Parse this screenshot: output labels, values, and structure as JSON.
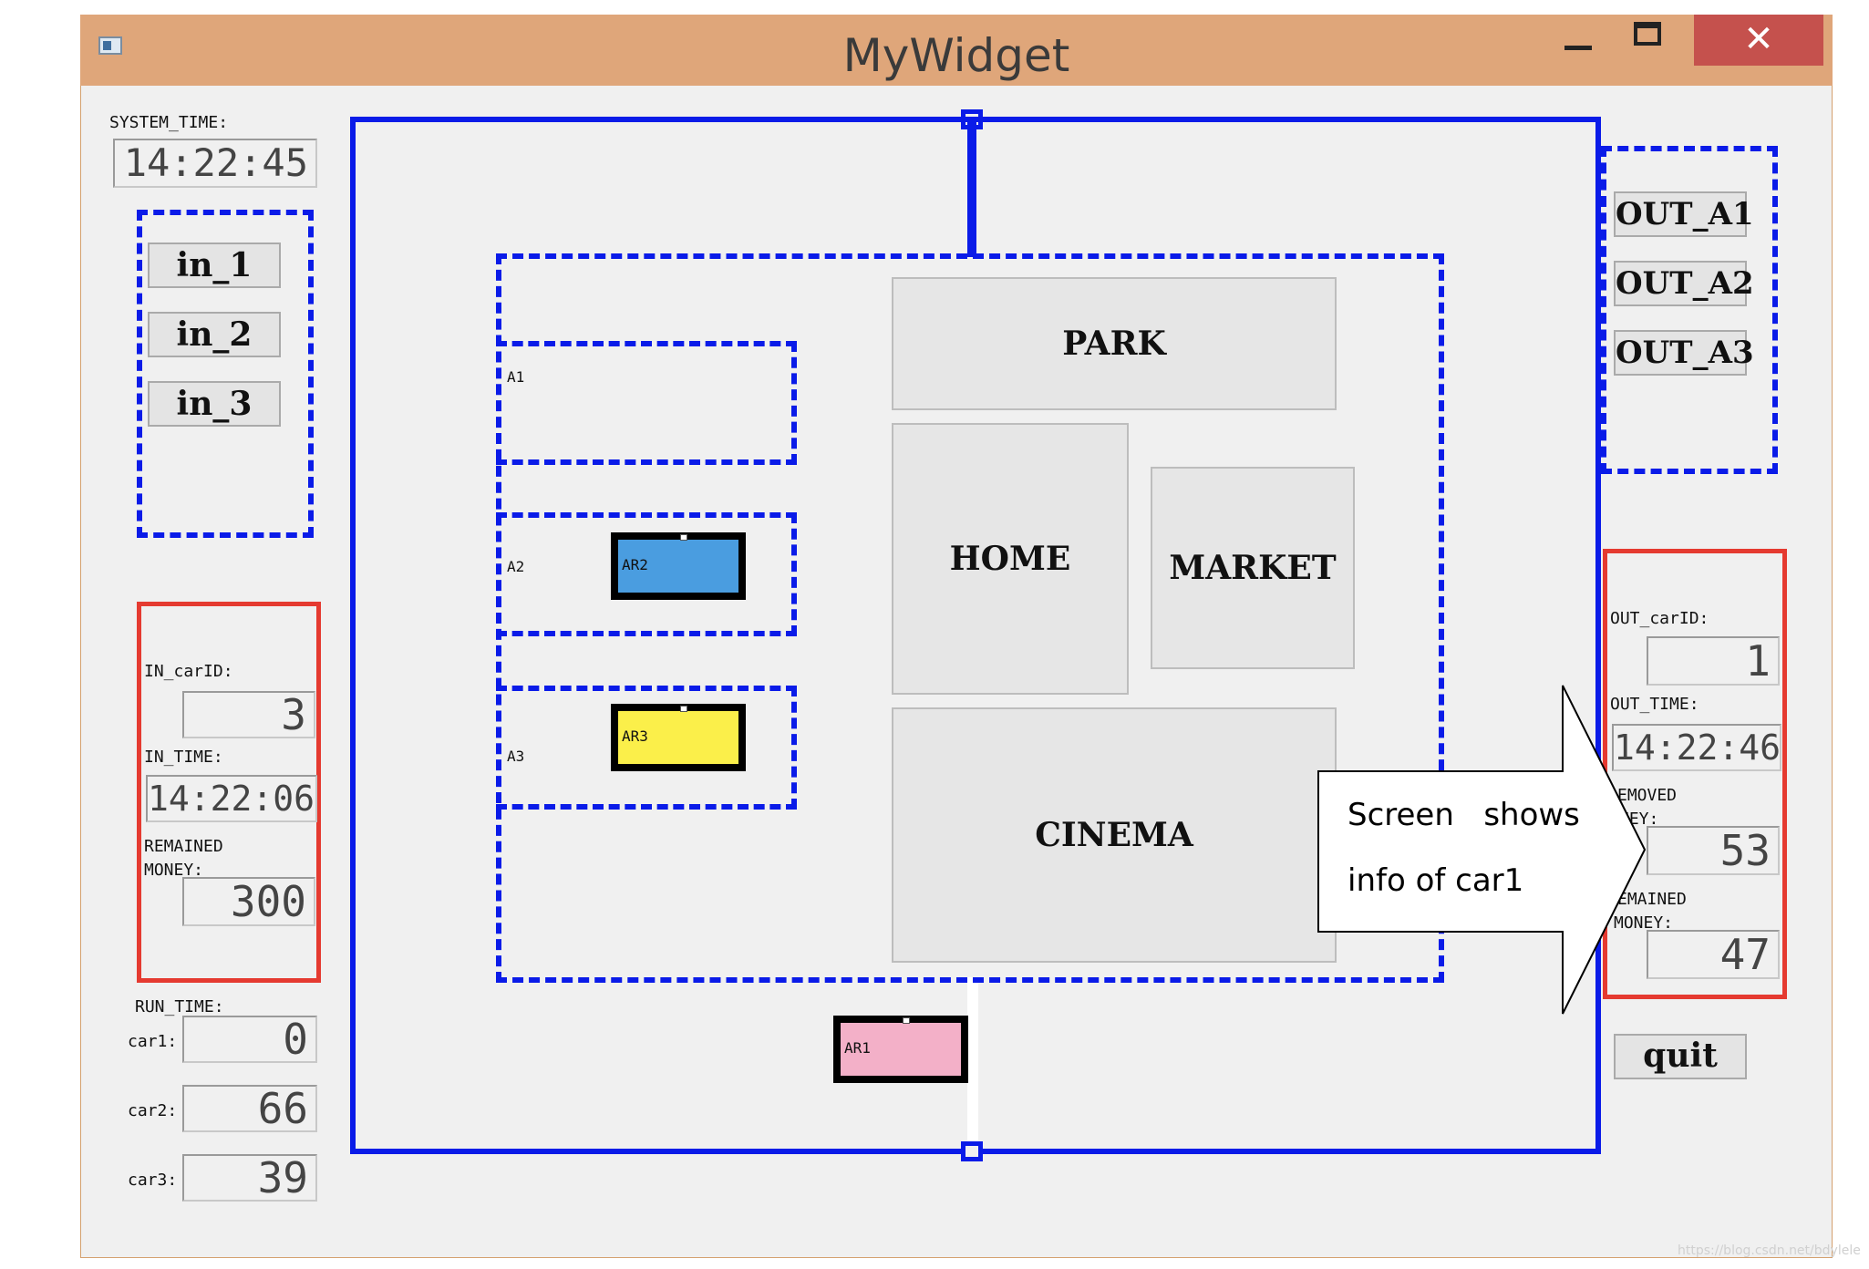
{
  "window": {
    "title": "MyWidget",
    "close_glyph": "✕"
  },
  "left": {
    "system_time_label": "SYSTEM_TIME:",
    "system_time": "14:22:45",
    "in_buttons": [
      "in_1",
      "in_2",
      "in_3"
    ],
    "in_car_id_label": "IN_carID:",
    "in_car_id": "3",
    "in_time_label": "IN_TIME:",
    "in_time": "14:22:06",
    "remained_money_label_1": "REMAINED",
    "remained_money_label_2": "MONEY:",
    "remained_money": "300",
    "run_time_label": "RUN_TIME:",
    "run_times": [
      {
        "label": "car1:",
        "value": "0"
      },
      {
        "label": "car2:",
        "value": "66"
      },
      {
        "label": "car3:",
        "value": "39"
      }
    ]
  },
  "map": {
    "areas": [
      "A1",
      "A2",
      "A3"
    ],
    "places": {
      "park": "PARK",
      "home": "HOME",
      "market": "MARKET",
      "cinema": "CINEMA"
    },
    "cars": [
      {
        "label": "AR2",
        "color": "#4a9de0"
      },
      {
        "label": "AR3",
        "color": "#fbef4a"
      },
      {
        "label": "AR1",
        "color": "#f3b0c8"
      }
    ]
  },
  "right": {
    "out_buttons": [
      "OUT_A1",
      "OUT_A2",
      "OUT_A3"
    ],
    "out_car_id_label": "OUT_carID:",
    "out_car_id": "1",
    "out_time_label": "OUT_TIME:",
    "out_time": "14:22:46",
    "removed_money_label_1": "EMOVED",
    "removed_money_label_2": "NEY:",
    "removed_money": "53",
    "remained_money_label_1": "EMAINED",
    "remained_money_label_2": "MONEY:",
    "remained_money": "47",
    "quit_label": "quit"
  },
  "callout": {
    "line1": "Screen   shows",
    "line2": "info of car1"
  },
  "watermark": "https://blog.csdn.net/bdylele"
}
